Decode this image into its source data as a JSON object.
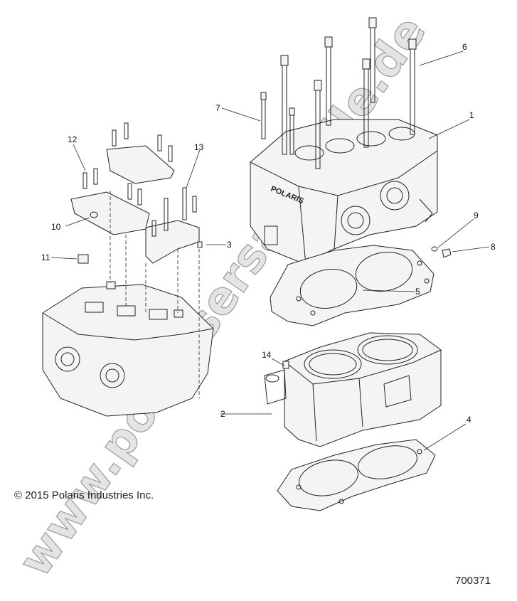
{
  "watermark": "www.polarisersatzteile.de",
  "brand_mark": "POLARIS",
  "copyright": "© 2015 Polaris Industries Inc.",
  "figure_number": "700371",
  "callouts": [
    "1",
    "2",
    "3",
    "4",
    "5",
    "6",
    "7",
    "8",
    "9",
    "10",
    "11",
    "12",
    "13",
    "14"
  ]
}
